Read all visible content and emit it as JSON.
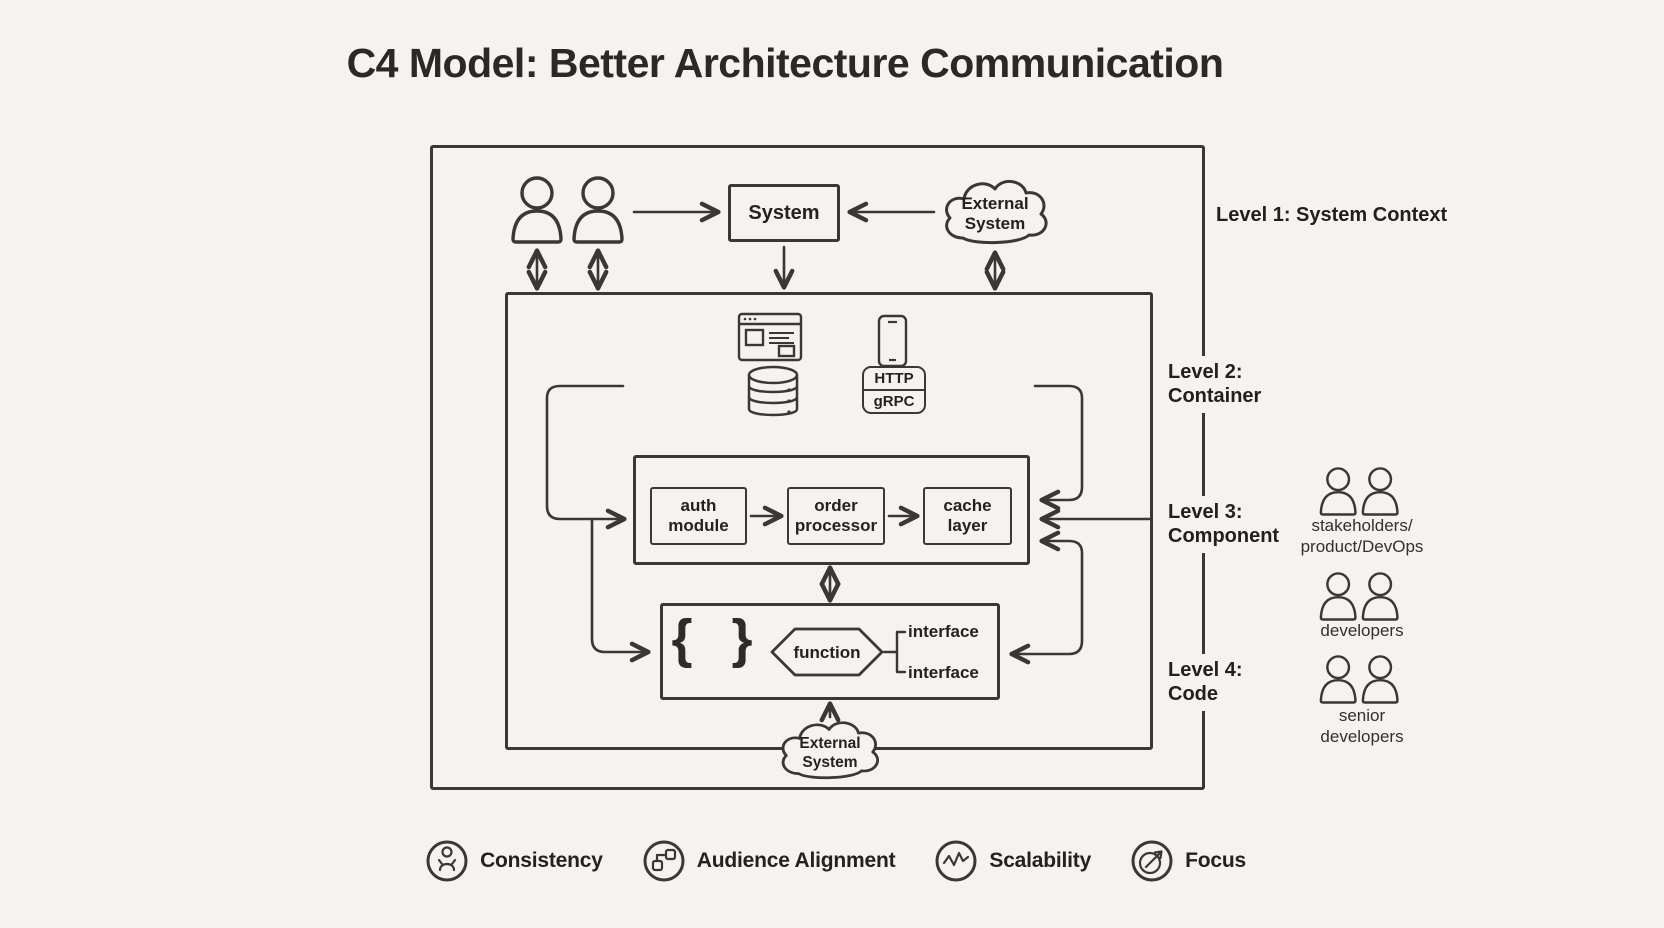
{
  "title": "C4 Model: Better Architecture Communication",
  "nodes": {
    "system": "System",
    "external_system_top": {
      "line1": "External",
      "line2": "System"
    },
    "external_system_bottom": {
      "line1": "External",
      "line2": "System"
    },
    "http": "HTTP",
    "grpc": "gRPC",
    "auth": "auth module",
    "order": "order processor",
    "cache": "cache layer",
    "braces": "{ }",
    "function": "function",
    "interface_top": "interface",
    "interface_bottom": "interface"
  },
  "levels": {
    "l1": "Level 1: System Context",
    "l2_line1": "Level 2:",
    "l2_line2": "Container",
    "l3_line1": "Level 3:",
    "l3_line2": "Component",
    "l4_line1": "Level 4:",
    "l4_line2": "Code"
  },
  "audiences": [
    {
      "line1": "stakeholders/",
      "line2": "product/DevOps"
    },
    {
      "line1": "developers",
      "line2": ""
    },
    {
      "line1": "senior",
      "line2": "developers"
    }
  ],
  "benefits": [
    {
      "label": "Consistency"
    },
    {
      "label": "Audience Alignment"
    },
    {
      "label": "Scalability"
    },
    {
      "label": "Focus"
    }
  ],
  "colors": {
    "background": "#f5f3ef",
    "ink": "#3a3734",
    "text": "#24221f"
  }
}
